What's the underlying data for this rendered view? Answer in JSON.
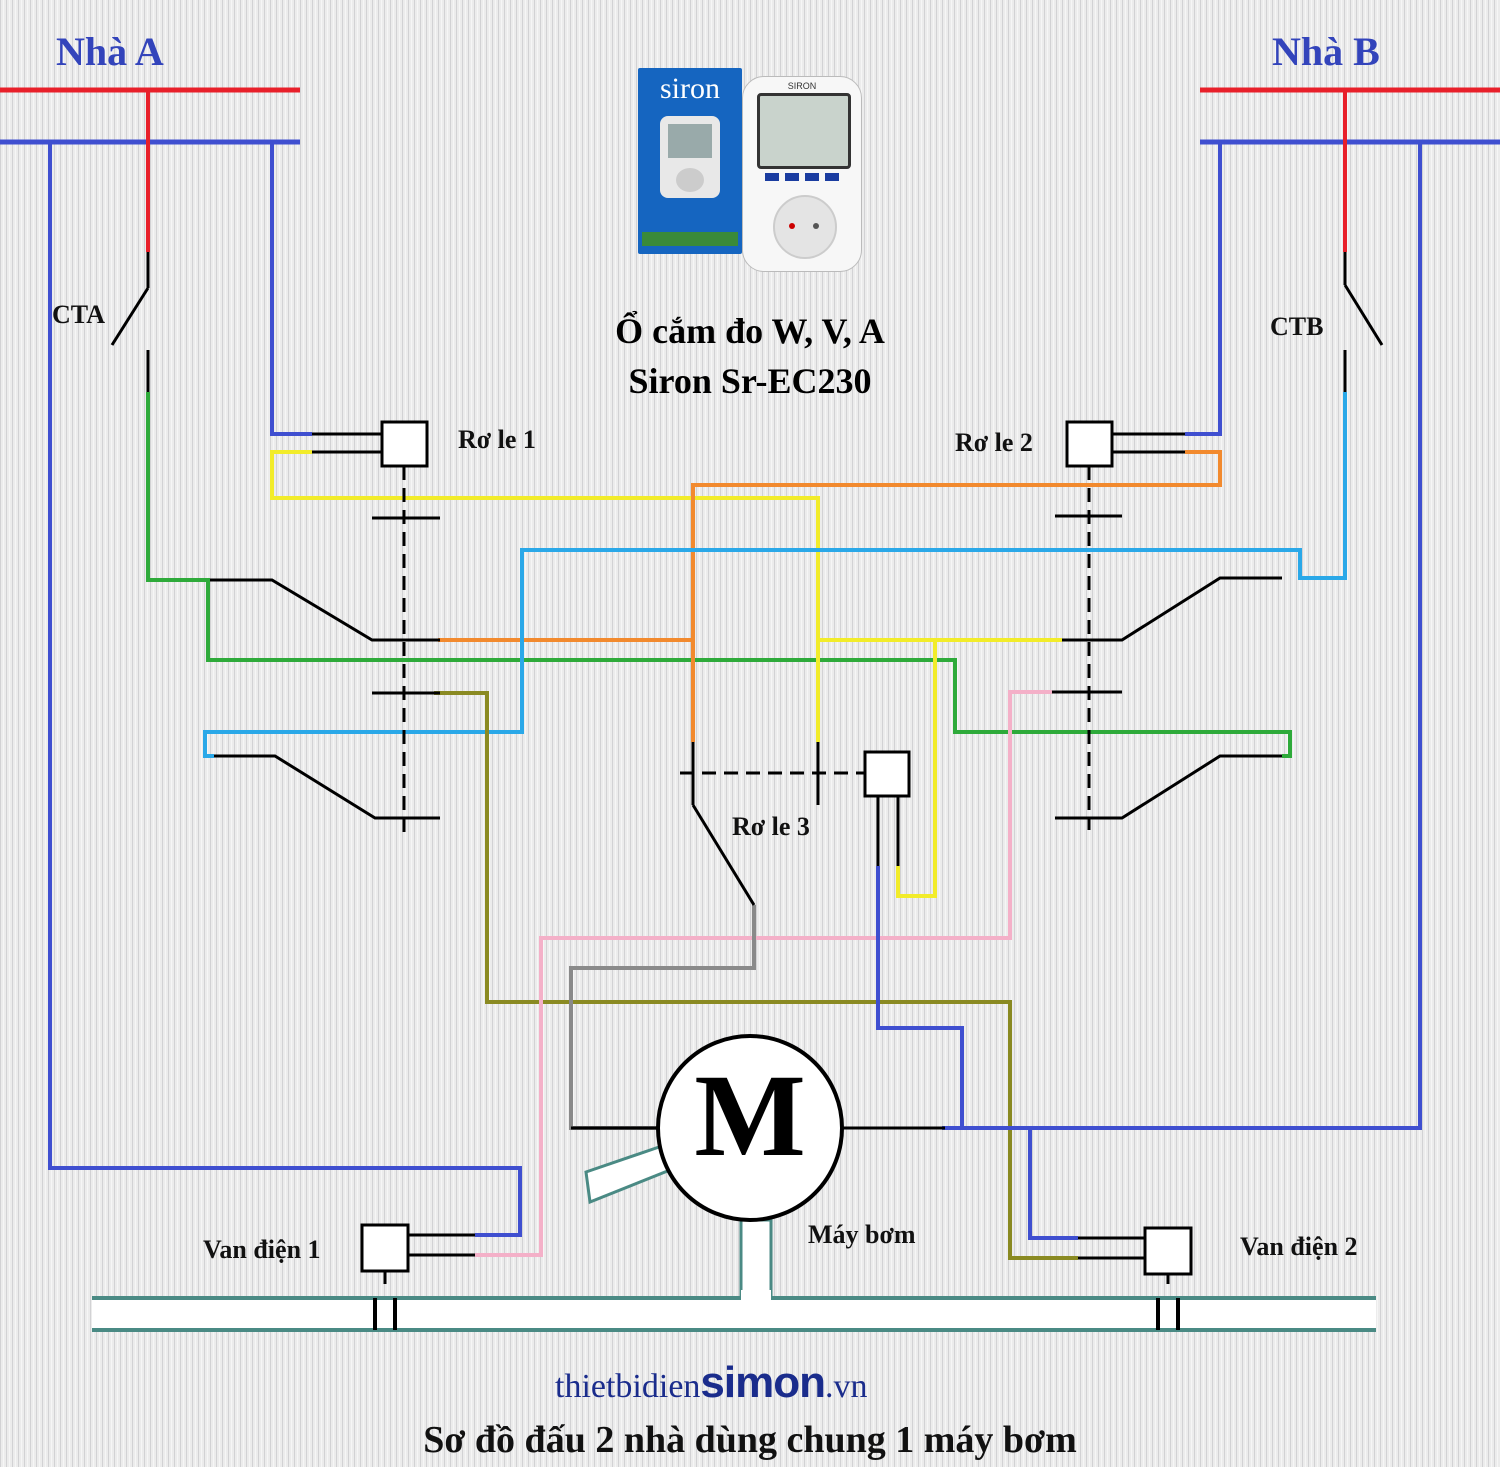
{
  "house_a": "Nhà A",
  "house_b": "Nhà B",
  "switch_a": "CTA",
  "switch_b": "CTB",
  "relay_1": "Rơ le 1",
  "relay_2": "Rơ le 2",
  "relay_3": "Rơ le 3",
  "valve_1": "Van điện 1",
  "valve_2": "Van điện 2",
  "pump_label": "Máy bơm",
  "motor_letter": "M",
  "product": {
    "title_line1": "Ổ cắm đo  W, V,  A",
    "title_line2": "Siron Sr-EC230",
    "box_brand": "siron",
    "device_brand": "SIRON"
  },
  "brand": {
    "prefix": "thietbidien",
    "highlight": "simon",
    "suffix": ".vn"
  },
  "caption": "Sơ đồ đấu 2 nhà dùng chung 1 máy bơm",
  "colors": {
    "phase": "#e8202a",
    "neutral": "#3f4fd0",
    "green": "#2eaa3a",
    "yellow": "#f2ec2a",
    "orange": "#f28a2e",
    "cyan": "#2aa8e8",
    "olive": "#8a8a22",
    "pink": "#f4b0c8",
    "gray": "#8a8a8a",
    "pipe": "#4a8a84",
    "brand_blue": "#1a2c8c"
  }
}
